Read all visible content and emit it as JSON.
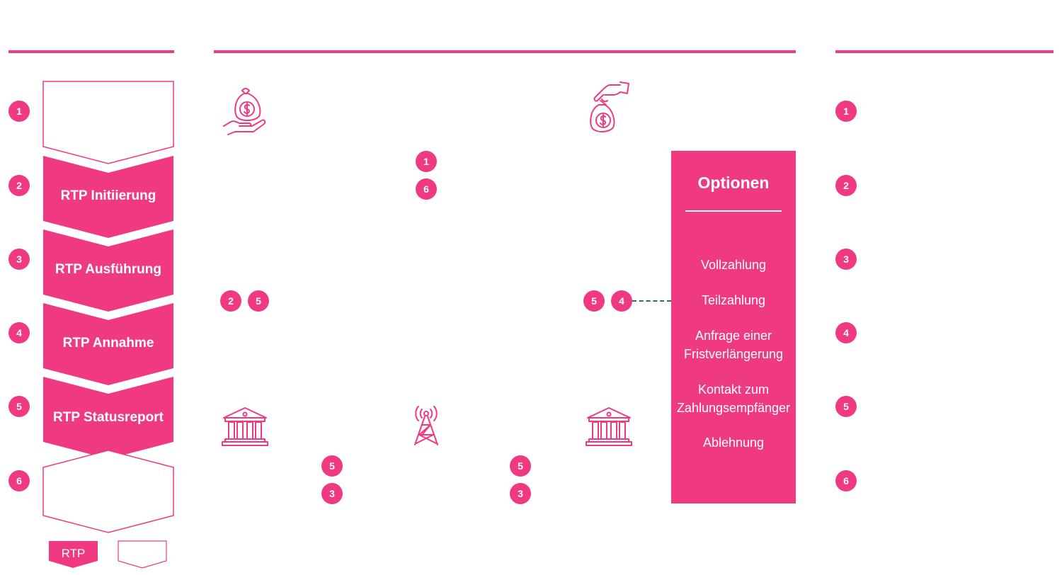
{
  "steps": {
    "numbers": [
      "1",
      "2",
      "3",
      "4",
      "5",
      "6"
    ],
    "labels": [
      "",
      "RTP Initiierung",
      "RTP Ausführung",
      "RTP Annahme",
      "RTP Statusreport",
      ""
    ]
  },
  "right_numbers": [
    "1",
    "2",
    "3",
    "4",
    "5",
    "6"
  ],
  "diagram_badges": {
    "top_center": [
      "1",
      "6"
    ],
    "left_mid": [
      "2",
      "5"
    ],
    "right_mid": [
      "5",
      "4"
    ],
    "bottom_left": [
      "5",
      "3"
    ],
    "bottom_right": [
      "5",
      "3"
    ]
  },
  "options": {
    "title": "Optionen",
    "items": [
      {
        "line1": "Vollzahlung",
        "line2": ""
      },
      {
        "line1": "Teilzahlung",
        "line2": ""
      },
      {
        "line1": "Anfrage einer",
        "line2": "Fristverlängerung"
      },
      {
        "line1": "Kontakt zum",
        "line2": "Zahlungsempfänger"
      },
      {
        "line1": "Ablehnung",
        "line2": ""
      }
    ]
  },
  "legend": {
    "filled_label": "RTP"
  },
  "icons": {
    "payer": "money-bag-in-hand-icon",
    "payee": "hand-dropping-money-bag-icon",
    "bank_left": "bank-icon",
    "network": "radio-tower-icon",
    "bank_right": "bank-icon"
  },
  "colors": {
    "accent": "#ef3a82",
    "connector": "#2a6f78"
  }
}
